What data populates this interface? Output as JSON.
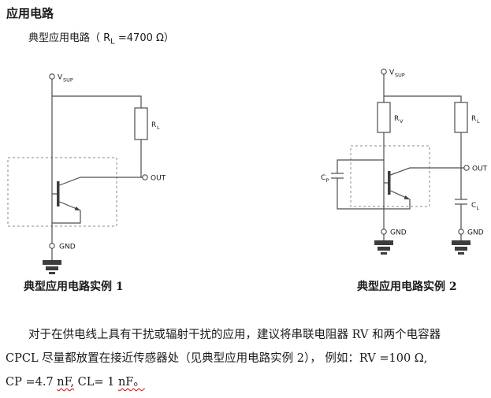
{
  "header": {
    "title": "应用电路",
    "subtitle": {
      "pre": "典型应用电路（ R",
      "sub": "L",
      "post": " =4700  Ω）"
    }
  },
  "circuit1": {
    "vsup": {
      "main": "V",
      "sub": "SUP"
    },
    "rl": {
      "main": "R",
      "sub": "L"
    },
    "out": "OUT",
    "gnd": "GND",
    "caption": "典型应用电路实例 1"
  },
  "circuit2": {
    "vsup": {
      "main": "V",
      "sub": "SUP"
    },
    "rv": {
      "main": "R",
      "sub": "V"
    },
    "rl": {
      "main": "R",
      "sub": "L"
    },
    "cp": {
      "main": "C",
      "sub": "P"
    },
    "cl": {
      "main": "C",
      "sub": "L"
    },
    "out": "OUT",
    "gnd_left": "GND",
    "gnd_right": "GND",
    "caption": "典型应用电路实例 2"
  },
  "paragraph": {
    "line1": "对于在供电线上具有干扰或辐射干扰的应用，建议将串联电阻器 RV 和两个电容器",
    "line2": "CPCL 尽量都放置在接近传感器处（见典型应用电路实例 2）， 例如：RV =100 Ω,",
    "line3": [
      {
        "text": "CP =4.7 ",
        "squiggle": false
      },
      {
        "text": "nF,",
        "squiggle": true
      },
      {
        "text": " CL= 1 ",
        "squiggle": false
      },
      {
        "text": "nF。",
        "squiggle": true
      }
    ]
  },
  "colors": {
    "wire": "#4d4d4d",
    "text": "#1a1a1a",
    "spellcheck_underline": "#e00000"
  }
}
